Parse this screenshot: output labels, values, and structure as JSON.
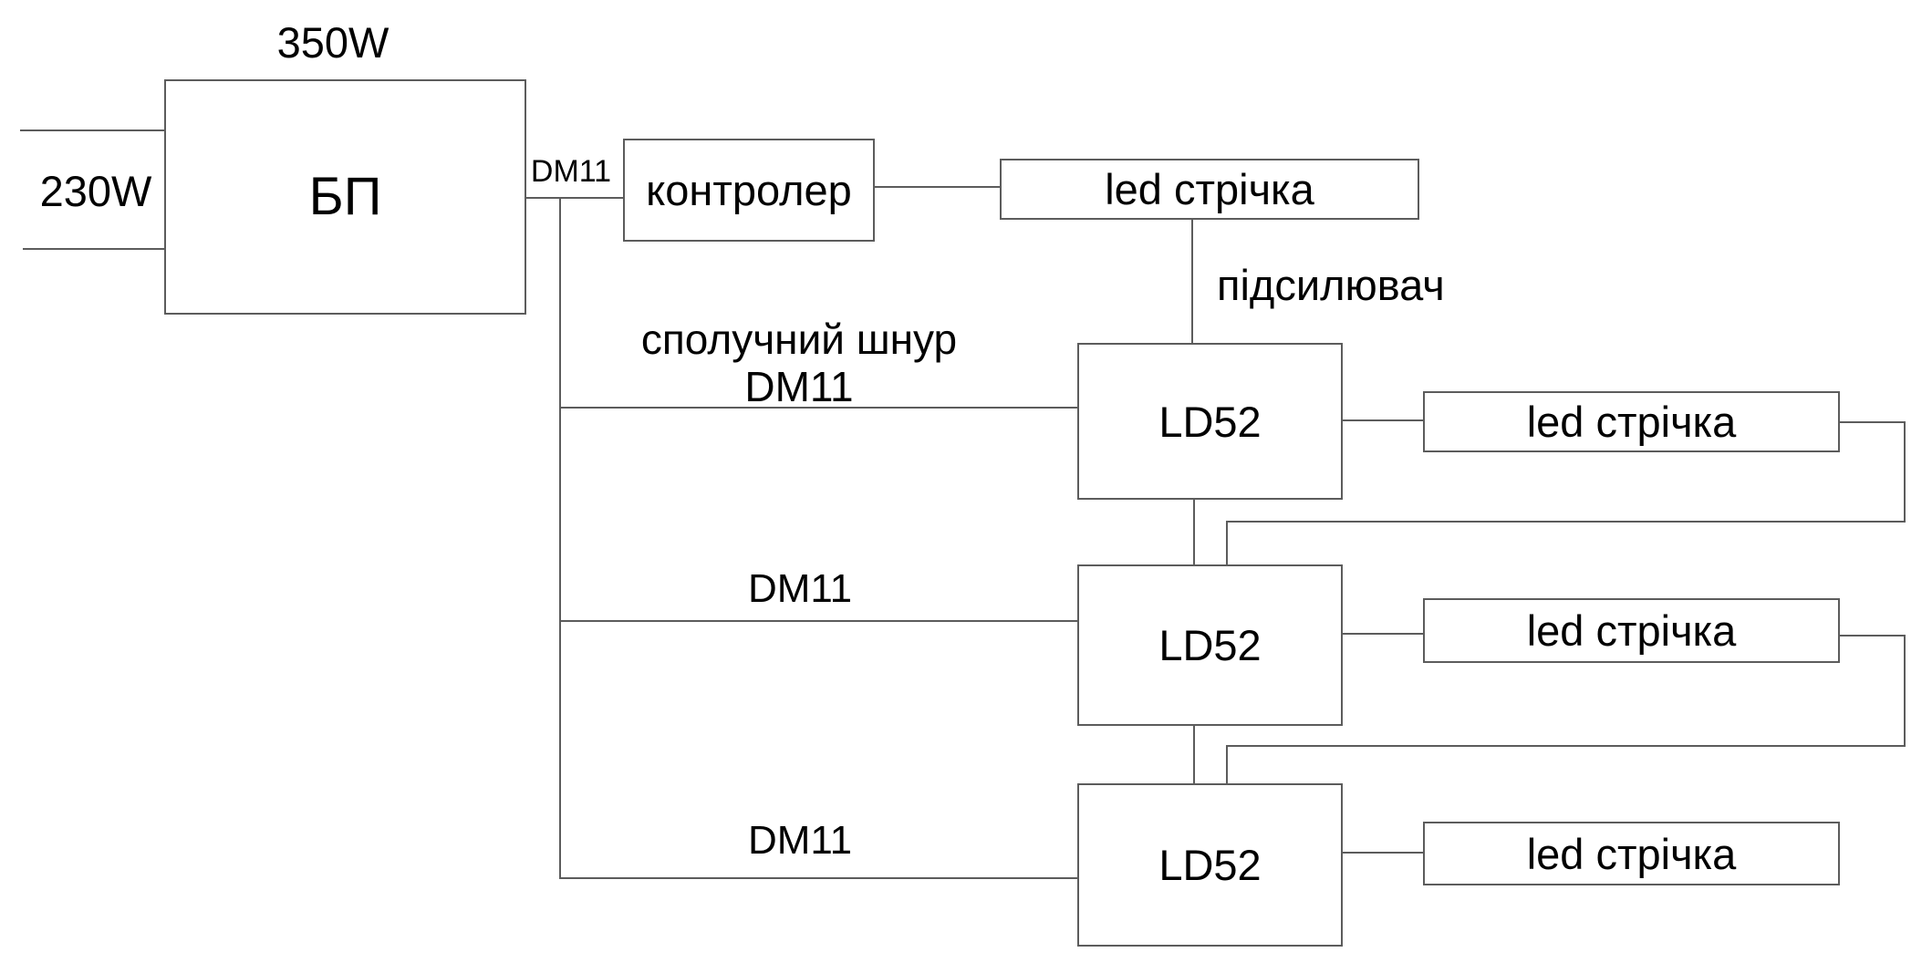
{
  "diagram": {
    "nodes": {
      "psu": {
        "label": "БП"
      },
      "controller": {
        "label": "контролер"
      },
      "amplifiers": [
        {
          "label": "LD52"
        },
        {
          "label": "LD52"
        },
        {
          "label": "LD52"
        }
      ],
      "led_strips": [
        {
          "label": "led стрічка"
        },
        {
          "label": "led стрічка"
        },
        {
          "label": "led стрічка"
        },
        {
          "label": "led стрічка"
        }
      ]
    },
    "annotations": {
      "psu_power": "350W",
      "mains_power": "230W",
      "psu_output_connector": "DM11",
      "amplifier_note": "підсилювач",
      "cord_note_line1": "сполучний шнур",
      "cord_note_line2": "DM11",
      "branch2_connector": "DM11",
      "branch3_connector": "DM11"
    },
    "colors": {
      "stroke": "#5c5c5c",
      "text": "#000000",
      "background": "#ffffff"
    }
  }
}
